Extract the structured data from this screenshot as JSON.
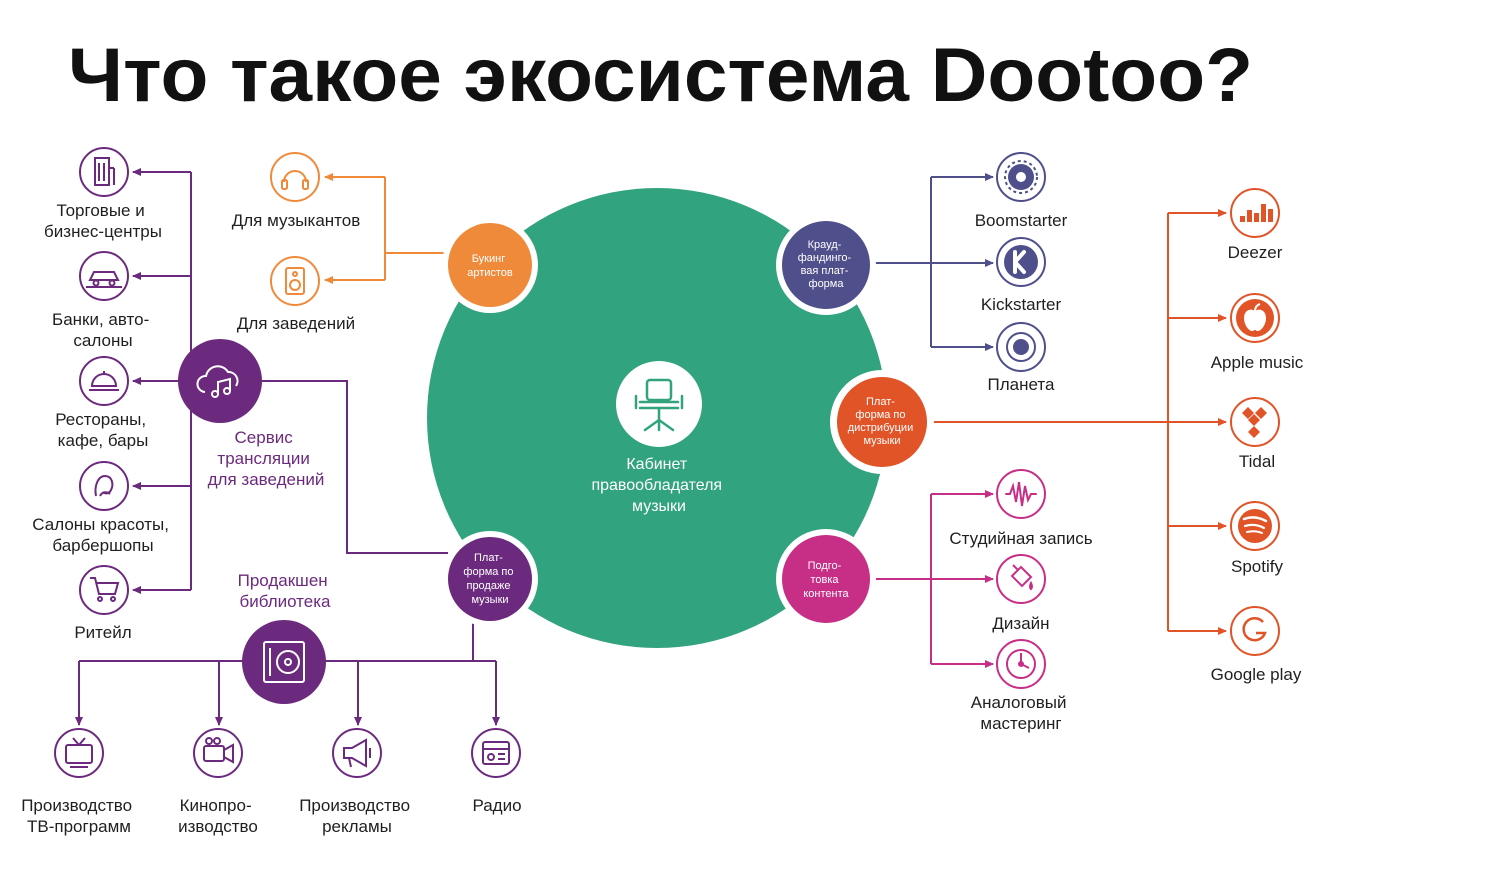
{
  "title": "Что такое экосистема Dootoo?",
  "colors": {
    "center": "#32a37f",
    "purple": "#6b2a7e",
    "orange": "#f08a3b",
    "navy": "#4f4f8c",
    "red": "#e05427",
    "magenta": "#c72f87",
    "icon_stroke_default": "#6b2a7e"
  },
  "center": {
    "icon": "office-chair-icon",
    "label": [
      "Кабинет",
      "правообладателя",
      "музыки"
    ]
  },
  "hubs": {
    "booking": {
      "label": [
        "Букинг",
        "артистов"
      ]
    },
    "crowdfunding": {
      "label": [
        "Крауд-",
        "фандинго-",
        "вая плат-",
        "форма"
      ]
    },
    "distribution": {
      "label": [
        "Плат-",
        "форма по",
        "дистрибуции",
        "музыки"
      ]
    },
    "content": {
      "label": [
        "Подго-",
        "товка",
        "контента"
      ]
    },
    "sales": {
      "label": [
        "Плат-",
        "форма по",
        "продаже",
        "музыки"
      ]
    }
  },
  "booking_items": [
    {
      "icon": "headphones-icon",
      "label": [
        "Для музыкантов"
      ]
    },
    {
      "icon": "speaker-icon",
      "label": [
        "Для заведений"
      ]
    }
  ],
  "streaming_service": {
    "icon": "cloud-music-icon",
    "label": [
      "Сервис",
      "трансляции",
      "для заведений"
    ]
  },
  "venues": [
    {
      "icon": "building-icon",
      "label": [
        "Торговые и",
        "бизнес-центры"
      ]
    },
    {
      "icon": "car-icon",
      "label": [
        "Банки, авто-",
        "салоны"
      ]
    },
    {
      "icon": "cloche-icon",
      "label": [
        "Рестораны,",
        "кафе, бары"
      ]
    },
    {
      "icon": "beauty-salon-icon",
      "label": [
        "Салоны красоты,",
        "барбершопы"
      ]
    },
    {
      "icon": "shopping-cart-icon",
      "label": [
        "Ритейл"
      ]
    }
  ],
  "production_library": {
    "icon": "music-library-icon",
    "label": [
      "Продакшен",
      "библиотека"
    ]
  },
  "production_items": [
    {
      "icon": "tv-icon",
      "label": [
        "Производство",
        "ТВ-программ"
      ]
    },
    {
      "icon": "video-camera-icon",
      "label": [
        "Кинопро-",
        "изводство"
      ]
    },
    {
      "icon": "megaphone-icon",
      "label": [
        "Производство",
        "рекламы"
      ]
    },
    {
      "icon": "radio-icon",
      "label": [
        "Радио"
      ]
    }
  ],
  "crowdfunding_items": [
    {
      "icon": "boomstarter-icon",
      "label": [
        "Boomstarter"
      ]
    },
    {
      "icon": "kickstarter-icon",
      "label": [
        "Kickstarter"
      ]
    },
    {
      "icon": "planeta-icon",
      "label": [
        "Планета"
      ]
    }
  ],
  "distribution_items": [
    {
      "icon": "deezer-icon",
      "label": [
        "Deezer"
      ]
    },
    {
      "icon": "apple-icon",
      "label": [
        "Apple music"
      ]
    },
    {
      "icon": "tidal-icon",
      "label": [
        "Tidal"
      ]
    },
    {
      "icon": "spotify-icon",
      "label": [
        "Spotify"
      ]
    },
    {
      "icon": "google-play-icon",
      "label": [
        "Google play"
      ]
    }
  ],
  "content_items": [
    {
      "icon": "sound-wave-icon",
      "label": [
        "Студийная запись"
      ]
    },
    {
      "icon": "paint-bucket-icon",
      "label": [
        "Дизайн"
      ]
    },
    {
      "icon": "gauge-icon",
      "label": [
        "Аналоговый",
        "мастеринг"
      ]
    }
  ]
}
